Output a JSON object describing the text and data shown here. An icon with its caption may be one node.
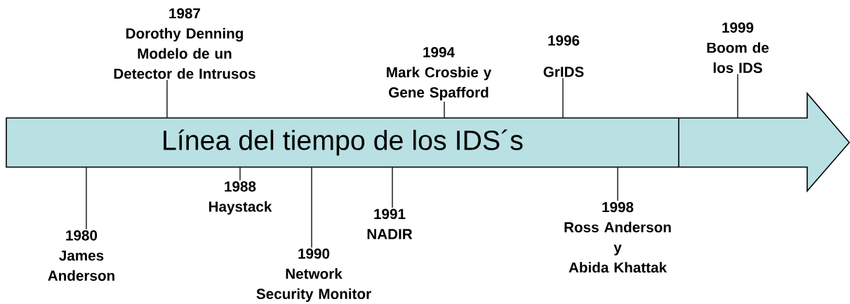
{
  "diagram": {
    "nodes": [
      {
        "text": [
          "Línea del tiempo de los IDS´s"
        ]
      },
      {
        "text": [
          "1980",
          "James Anderson"
        ]
      },
      {
        "text": [
          "1987",
          "Dorothy Denning",
          "Modelo de un Detector de Intrusos"
        ]
      },
      {
        "text": [
          "1988",
          "Haystack"
        ]
      },
      {
        "text": [
          "1990",
          "Network Security Monitor"
        ]
      },
      {
        "text": [
          "1991",
          "NADIR"
        ]
      },
      {
        "text": [
          "1994",
          "Mark Crosbie y Gene Spafford"
        ]
      },
      {
        "text": [
          "1996",
          "GrIDS"
        ]
      },
      {
        "text": [
          "1998",
          "Ross Anderson",
          "y",
          "Abida Khattak"
        ]
      },
      {
        "text": [
          "1999",
          "Boom de los IDS"
        ]
      }
    ],
    "edges": [
      {
        "from": 1,
        "to": 0,
        "arrow": "none"
      },
      {
        "from": 2,
        "to": 0,
        "arrow": "none"
      },
      {
        "from": 3,
        "to": 0,
        "arrow": "none"
      },
      {
        "from": 4,
        "to": 0,
        "arrow": "none"
      },
      {
        "from": 5,
        "to": 0,
        "arrow": "none"
      },
      {
        "from": 6,
        "to": 0,
        "arrow": "none"
      },
      {
        "from": 7,
        "to": 0,
        "arrow": "none"
      },
      {
        "from": 8,
        "to": 0,
        "arrow": "none"
      },
      {
        "from": 9,
        "to": 0,
        "arrow": "none"
      }
    ]
  }
}
